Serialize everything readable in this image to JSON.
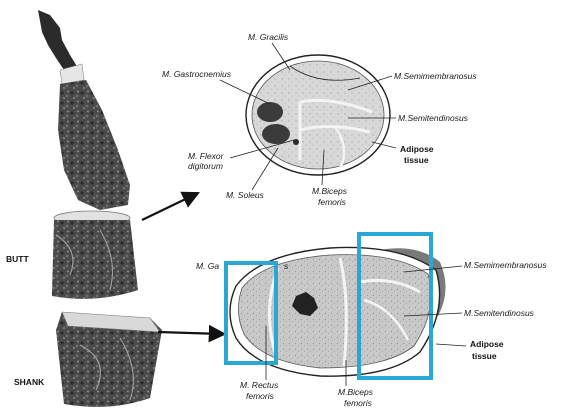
{
  "diagram": {
    "side_labels": {
      "butt": "BUTT",
      "shank": "SHANK"
    },
    "top_section": {
      "labels": {
        "gracilis": "M. Gracilis",
        "gastrocnemius": "M. Gastrocnemius",
        "semimembranosus": "M.Semimembranosus",
        "semitendinosus": "M.Semitendinosus",
        "flexor": "M. Flexor",
        "flexor2": "digitorum",
        "soleus": "M. Soleus",
        "biceps": "M.Biceps",
        "biceps2": "femoris",
        "adipose": "Adipose",
        "adipose2": "tissue"
      }
    },
    "bottom_section": {
      "labels": {
        "gastro_partial": "M. Ga",
        "gastro_tail": "s",
        "semimembranosus": "M.Semimembranosus",
        "semitendinosus": "M.Semitendinosus",
        "adipose": "Adipose",
        "adipose2": "tissue",
        "rectus": "M. Rectus",
        "rectus2": "femoris",
        "biceps": "M.Biceps",
        "biceps2": "femoris"
      },
      "highlight_color": "#29a8d6"
    }
  }
}
